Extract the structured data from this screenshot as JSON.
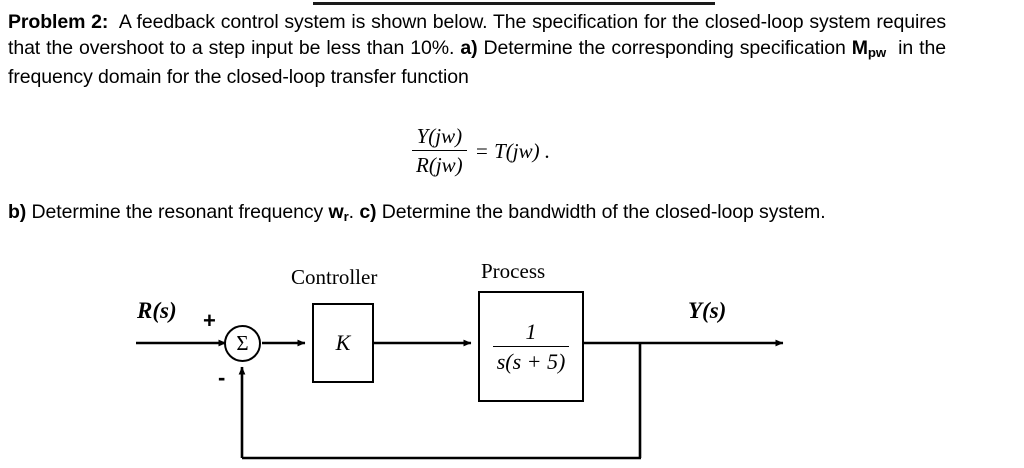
{
  "document": {
    "top_rule": true
  },
  "problem": {
    "label": "Problem 2:",
    "text_1": "A feedback control system is shown below. The specification for the closed-loop system requires that the overshoot to a step input be less than 10%.",
    "part_a_label": "a)",
    "text_2": "Determine the corresponding specification",
    "symbol_M": "M",
    "symbol_M_sub": "pw",
    "text_3": "in the frequency domain for the closed-loop transfer function"
  },
  "equation": {
    "numerator": "Y(jw)",
    "denominator": "R(jw)",
    "right_side": "= T(jw) ."
  },
  "parts": {
    "b_label": "b)",
    "b_text": "Determine the resonant frequency",
    "b_symbol": "w",
    "b_symbol_sub": "r",
    "b_period": ".",
    "c_label": "c)",
    "c_text": "Determine the bandwidth of the closed-loop system."
  },
  "diagram": {
    "input_label": "R(s)",
    "output_label": "Y(s)",
    "plus_sign": "+",
    "minus_sign": "-",
    "sum_symbol": "Σ",
    "controller_title": "Controller",
    "controller_gain": "K",
    "process_title": "Process",
    "process_numerator": "1",
    "process_denominator": "s(s + 5)",
    "line_color": "#000000"
  }
}
